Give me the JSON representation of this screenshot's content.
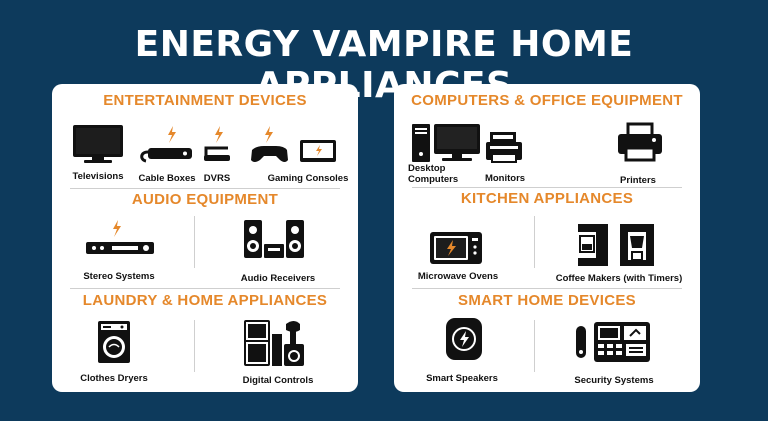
{
  "title": "ENERGY VAMPIRE HOME APPLIANCES",
  "colors": {
    "background": "#0d3a5c",
    "accent": "#e5882b",
    "panel": "#ffffff",
    "icon": "#111111"
  },
  "left_panel": {
    "entertainment": {
      "title": "ENTERTAINMENT DEVICES",
      "items": [
        {
          "label": "Televisions",
          "icon": "television-icon"
        },
        {
          "label": "Cable Boxes",
          "icon": "cable-box-icon"
        },
        {
          "label": "DVRS",
          "icon": "dvr-icon"
        },
        {
          "label": "Gaming Consoles",
          "icon": "gaming-console-icon"
        }
      ]
    },
    "audio": {
      "title": "AUDIO EQUIPMENT",
      "items": [
        {
          "label": "Stereo Systems",
          "icon": "stereo-icon"
        },
        {
          "label": "Audio Receivers",
          "icon": "speakers-icon"
        }
      ]
    },
    "laundry": {
      "title": "LAUNDRY & HOME APPLIANCES",
      "items": [
        {
          "label": "Clothes Dryers",
          "icon": "dryer-icon"
        },
        {
          "label": "Digital Controls",
          "icon": "appliances-icon"
        }
      ]
    }
  },
  "right_panel": {
    "computers": {
      "title": "COMPUTERS & OFFICE EQUIPMENT",
      "items": [
        {
          "label_line1": "Desktop",
          "label_line2": "Computers",
          "icon": "desktop-computer-icon"
        },
        {
          "label": "Monitors",
          "icon": "monitor-icon"
        },
        {
          "label": "Printers",
          "icon": "printer-icon"
        }
      ]
    },
    "kitchen": {
      "title": "KITCHEN APPLIANCES",
      "items": [
        {
          "label": "Microwave Ovens",
          "icon": "microwave-icon"
        },
        {
          "label": "Coffee Makers (with Timers)",
          "icon": "coffee-maker-icon"
        }
      ]
    },
    "smart_home": {
      "title": "SMART HOME DEVICES",
      "items": [
        {
          "label": "Smart Speakers",
          "icon": "smart-speaker-icon"
        },
        {
          "label": "Security Systems",
          "icon": "security-system-icon"
        }
      ]
    }
  }
}
